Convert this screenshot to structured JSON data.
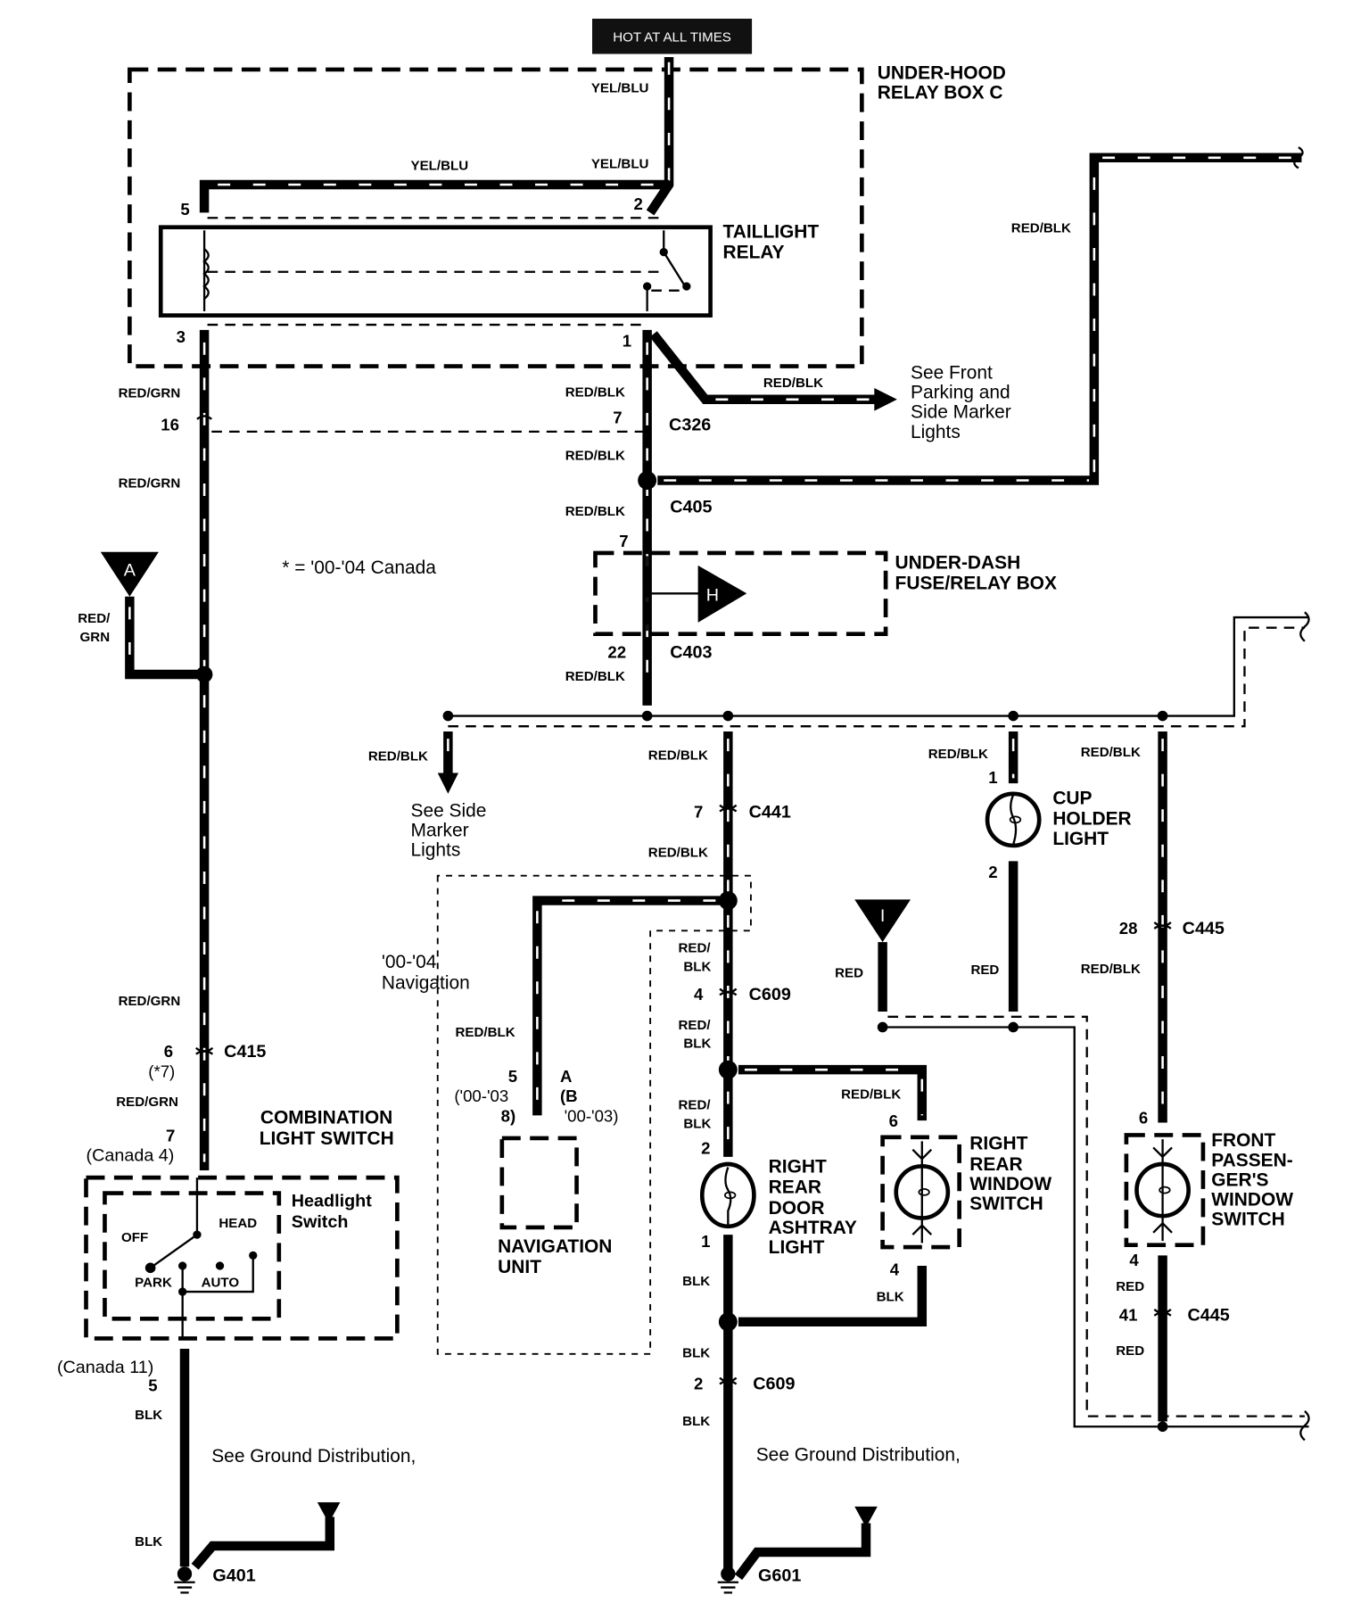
{
  "title": "Taillight / Illumination Wiring Diagram",
  "power_source": "HOT AT ALL TIMES",
  "components": {
    "under_hood_relay_box": [
      "UNDER-HOOD",
      "RELAY BOX C"
    ],
    "taillight_relay": [
      "TAILLIGHT",
      "RELAY"
    ],
    "under_dash_fuse_box": [
      "UNDER-DASH",
      "FUSE/RELAY BOX"
    ],
    "combination_light_switch": [
      "COMBINATION",
      "LIGHT SWITCH"
    ],
    "headlight_switch": [
      "Headlight",
      "Switch"
    ],
    "cup_holder_light": [
      "CUP",
      "HOLDER",
      "LIGHT"
    ],
    "navigation_unit": [
      "NAVIGATION",
      "UNIT"
    ],
    "right_rear_door_ashtray_light": [
      "RIGHT",
      "REAR",
      "DOOR",
      "ASHTRAY",
      "LIGHT"
    ],
    "right_rear_window_switch": [
      "RIGHT",
      "REAR",
      "WINDOW",
      "SWITCH"
    ],
    "front_passenger_window_switch": [
      "FRONT",
      "PASSEN-",
      "GER'S",
      "WINDOW",
      "SWITCH"
    ]
  },
  "switch_positions": {
    "off": "OFF",
    "head": "HEAD",
    "park": "PARK",
    "auto": "AUTO"
  },
  "connectors": {
    "c326": "C326",
    "c405": "C405",
    "c403": "C403",
    "c441": "C441",
    "c609_top": "C609",
    "c609_bottom": "C609",
    "c445_top": "C445",
    "c445_bottom": "C445",
    "c415": "C415",
    "g401": "G401",
    "g601": "G601"
  },
  "pins": {
    "relay_5": "5",
    "relay_2": "2",
    "relay_3": "3",
    "relay_1": "1",
    "c326_left": "16",
    "c326_right": "7",
    "fuse_in": "7",
    "fuse_out": "22",
    "c441": "7",
    "cup_1": "1",
    "cup_2": "2",
    "c445_28": "28",
    "c609_4": "4",
    "ashtray_2": "2",
    "ashtray_1": "1",
    "rrws_6": "6",
    "rrws_4": "4",
    "fpws_6": "6",
    "fpws_4": "4",
    "c445_41": "41",
    "c609_2": "2",
    "c415_6": "6",
    "c415_alt": "(*7)",
    "cls_7": "7",
    "cls_canada_4": "(Canada 4)",
    "cls_canada_11": "(Canada 11)",
    "cls_5": "5",
    "nav_5": "5",
    "nav_5_alt1": "('00-'03",
    "nav_5_alt2": "8)",
    "nav_a": "A",
    "nav_a_alt1": "(B",
    "nav_a_alt2": "'00-'03)"
  },
  "wire_labels": {
    "yelblu_top": "YEL/BLU",
    "yelblu_horiz": "YEL/BLU",
    "yelblu_right": "YEL/BLU",
    "redgrn_1": "RED/GRN",
    "redgrn_2": "RED/GRN",
    "redgrn_a1": "RED/",
    "redgrn_a2": "GRN",
    "redgrn_3": "RED/GRN",
    "redgrn_4": "RED/GRN",
    "redblk_1": "RED/BLK",
    "redblk_front": "RED/BLK",
    "redblk_2": "RED/BLK",
    "redblk_3": "RED/BLK",
    "redblk_4": "RED/BLK",
    "redblk_far": "RED/BLK",
    "redblk_side": "RED/BLK",
    "redblk_c441a": "RED/BLK",
    "redblk_c441b": "RED/BLK",
    "redblk_cup": "RED/BLK",
    "redblk_fp": "RED/BLK",
    "redblk_fp2": "RED/BLK",
    "redblk_nav": "RED/BLK",
    "redblk_609a1": "RED/",
    "redblk_609a2": "BLK",
    "redblk_609b1": "RED/",
    "redblk_609b2": "BLK",
    "redblk_ash1": "RED/",
    "redblk_ash2": "BLK",
    "redblk_rrws": "RED/BLK",
    "red_i": "RED",
    "red_cup": "RED",
    "red_fp1": "RED",
    "red_fp2": "RED",
    "blk_ash": "BLK",
    "blk_rrws": "BLK",
    "blk_609a": "BLK",
    "blk_609b": "BLK",
    "blk_cls1": "BLK",
    "blk_cls2": "BLK"
  },
  "notes": {
    "canada_note": "* = '00-'04 Canada",
    "nav_variant": [
      "'00-'04",
      "Navigation"
    ],
    "see_front_parking": [
      "See Front",
      "Parking and",
      "Side Marker",
      "Lights"
    ],
    "see_side_marker": [
      "See Side",
      "Marker",
      "Lights"
    ],
    "ground_dist_left": "See Ground Distribution,",
    "ground_dist_right": "See Ground Distribution,"
  },
  "references": {
    "a": "A",
    "h": "H",
    "i": "I"
  }
}
